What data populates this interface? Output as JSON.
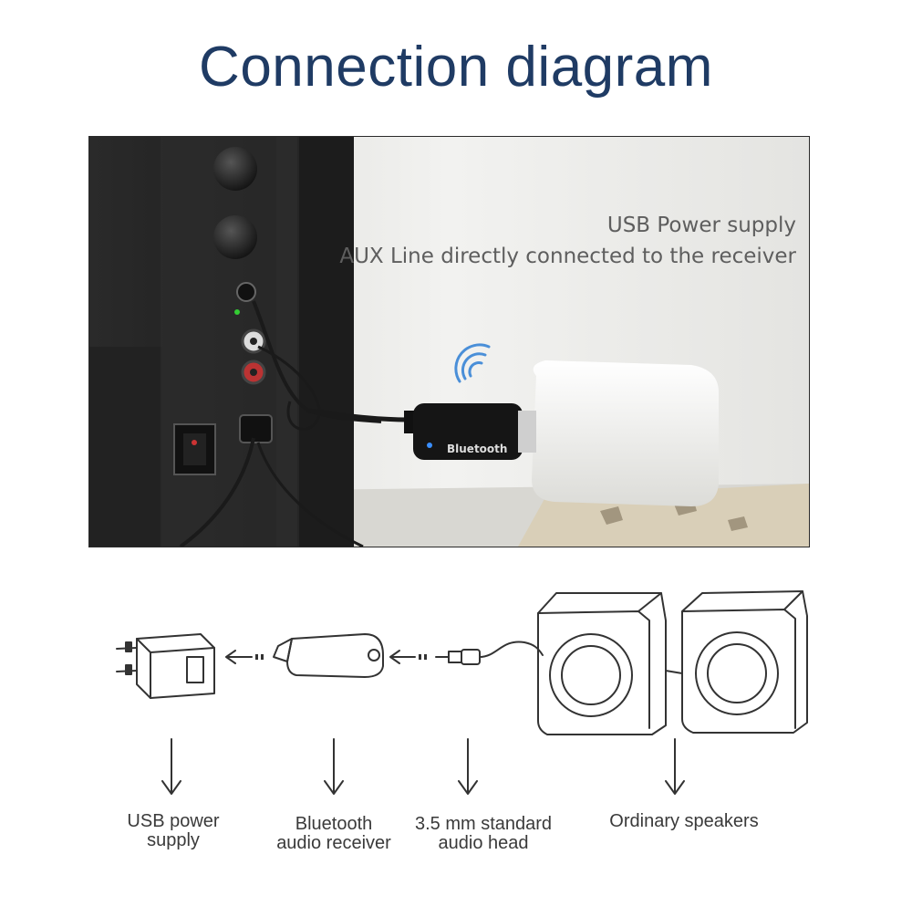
{
  "title": "Connection diagram",
  "photo": {
    "caption_line1": "USB Power supply",
    "caption_line2": "AUX Line directly connected to the receiver",
    "receiver_brand": "Bluetooth"
  },
  "labels": {
    "usb_power_line1": "USB power",
    "usb_power_line2": "supply",
    "receiver_line1": "Bluetooth",
    "receiver_line2": "audio receiver",
    "jack_line1": "3.5 mm standard",
    "jack_line2": "audio head",
    "speakers": "Ordinary speakers"
  },
  "colors": {
    "title": "#1f3b64",
    "bluetooth_icon": "#4a8fd8",
    "caption": "#5e5e5e"
  }
}
